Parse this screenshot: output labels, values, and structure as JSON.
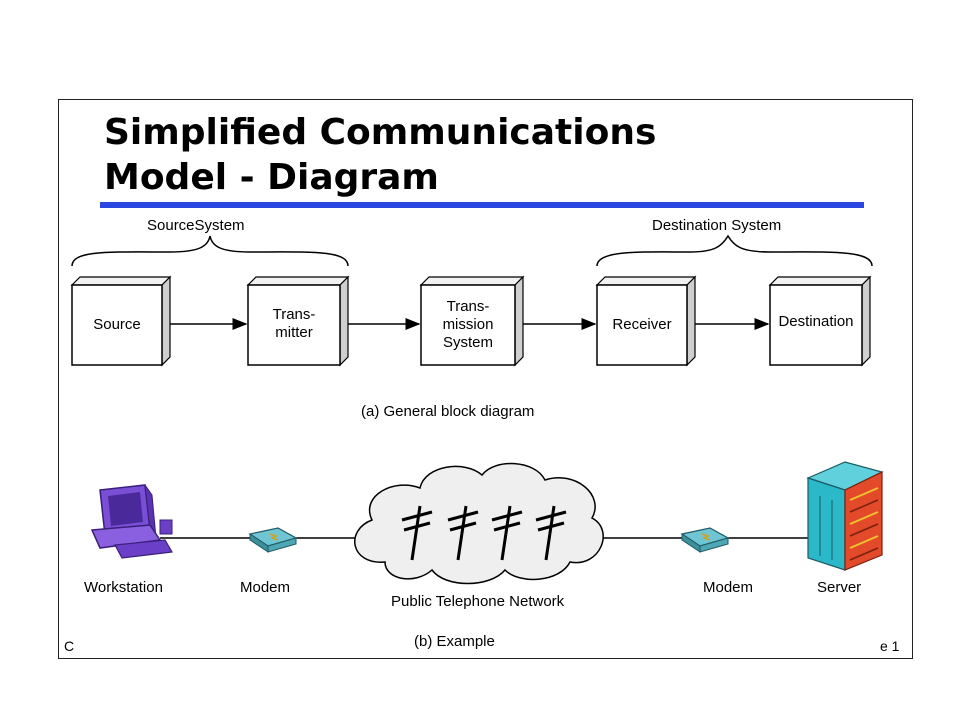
{
  "slide": {
    "title": "Simplified Communications\nModel - Diagram",
    "edge_left": "C",
    "edge_right": "e 1"
  },
  "general_diagram": {
    "source_system_label": "SourceSystem",
    "destination_system_label": "Destination System",
    "blocks": [
      {
        "id": "source",
        "label": "Source"
      },
      {
        "id": "transmitter",
        "label": "Trans-\nmitter"
      },
      {
        "id": "transmission-system",
        "label": "Trans-\nmission\nSystem"
      },
      {
        "id": "receiver",
        "label": "Receiver"
      },
      {
        "id": "destination",
        "label": "Destination"
      }
    ],
    "caption": "(a) General block diagram"
  },
  "example_diagram": {
    "workstation_label": "Workstation",
    "modem_left_label": "Modem",
    "network_label": "Public Telephone Network",
    "modem_right_label": "Modem",
    "server_label": "Server",
    "caption": "(b) Example"
  },
  "colors": {
    "accent_rule": "#2a48e0",
    "workstation": "#6b3fc7",
    "server_body": "#2bb8c8",
    "server_panel": "#e24a2a",
    "modem": "#6fc6d2",
    "cloud": "#efefef"
  }
}
